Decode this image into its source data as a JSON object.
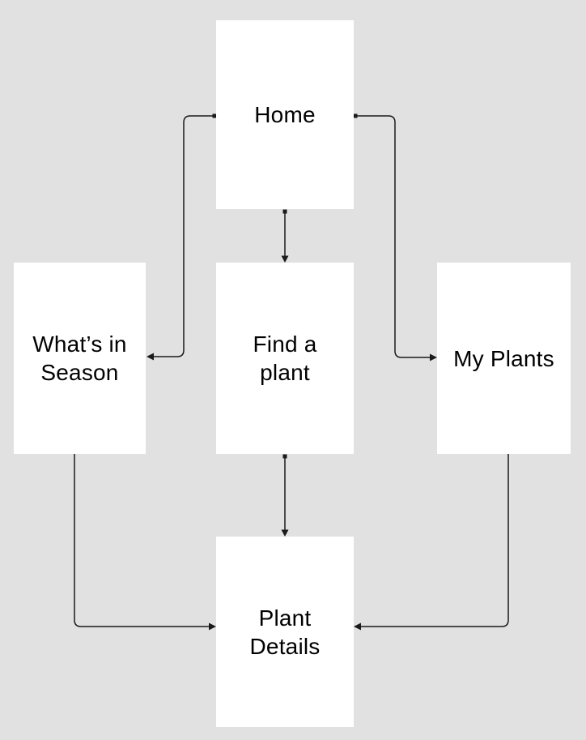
{
  "colors": {
    "background": "#e1e1e1",
    "node_fill": "#ffffff",
    "connector": "#1a1a1a",
    "text": "#000000"
  },
  "nodes": {
    "home": {
      "label": "Home",
      "lines": [
        "Home"
      ]
    },
    "whats_in_season": {
      "label": "What’s in Season",
      "lines": [
        "What’s in",
        "Season"
      ]
    },
    "find_a_plant": {
      "label": "Find a plant",
      "lines": [
        "Find a",
        "plant"
      ]
    },
    "my_plants": {
      "label": "My Plants",
      "lines": [
        "My Plants"
      ]
    },
    "plant_details": {
      "label": "Plant Details",
      "lines": [
        "Plant",
        "Details"
      ]
    }
  },
  "edges": [
    {
      "from": "home",
      "to": "find_a_plant",
      "direction": "down"
    },
    {
      "from": "home",
      "to": "whats_in_season",
      "direction": "left-then-down"
    },
    {
      "from": "home",
      "to": "my_plants",
      "direction": "right-then-down"
    },
    {
      "from": "find_a_plant",
      "to": "plant_details",
      "direction": "down"
    },
    {
      "from": "whats_in_season",
      "to": "plant_details",
      "direction": "down-then-right"
    },
    {
      "from": "my_plants",
      "to": "plant_details",
      "direction": "down-then-left"
    }
  ]
}
